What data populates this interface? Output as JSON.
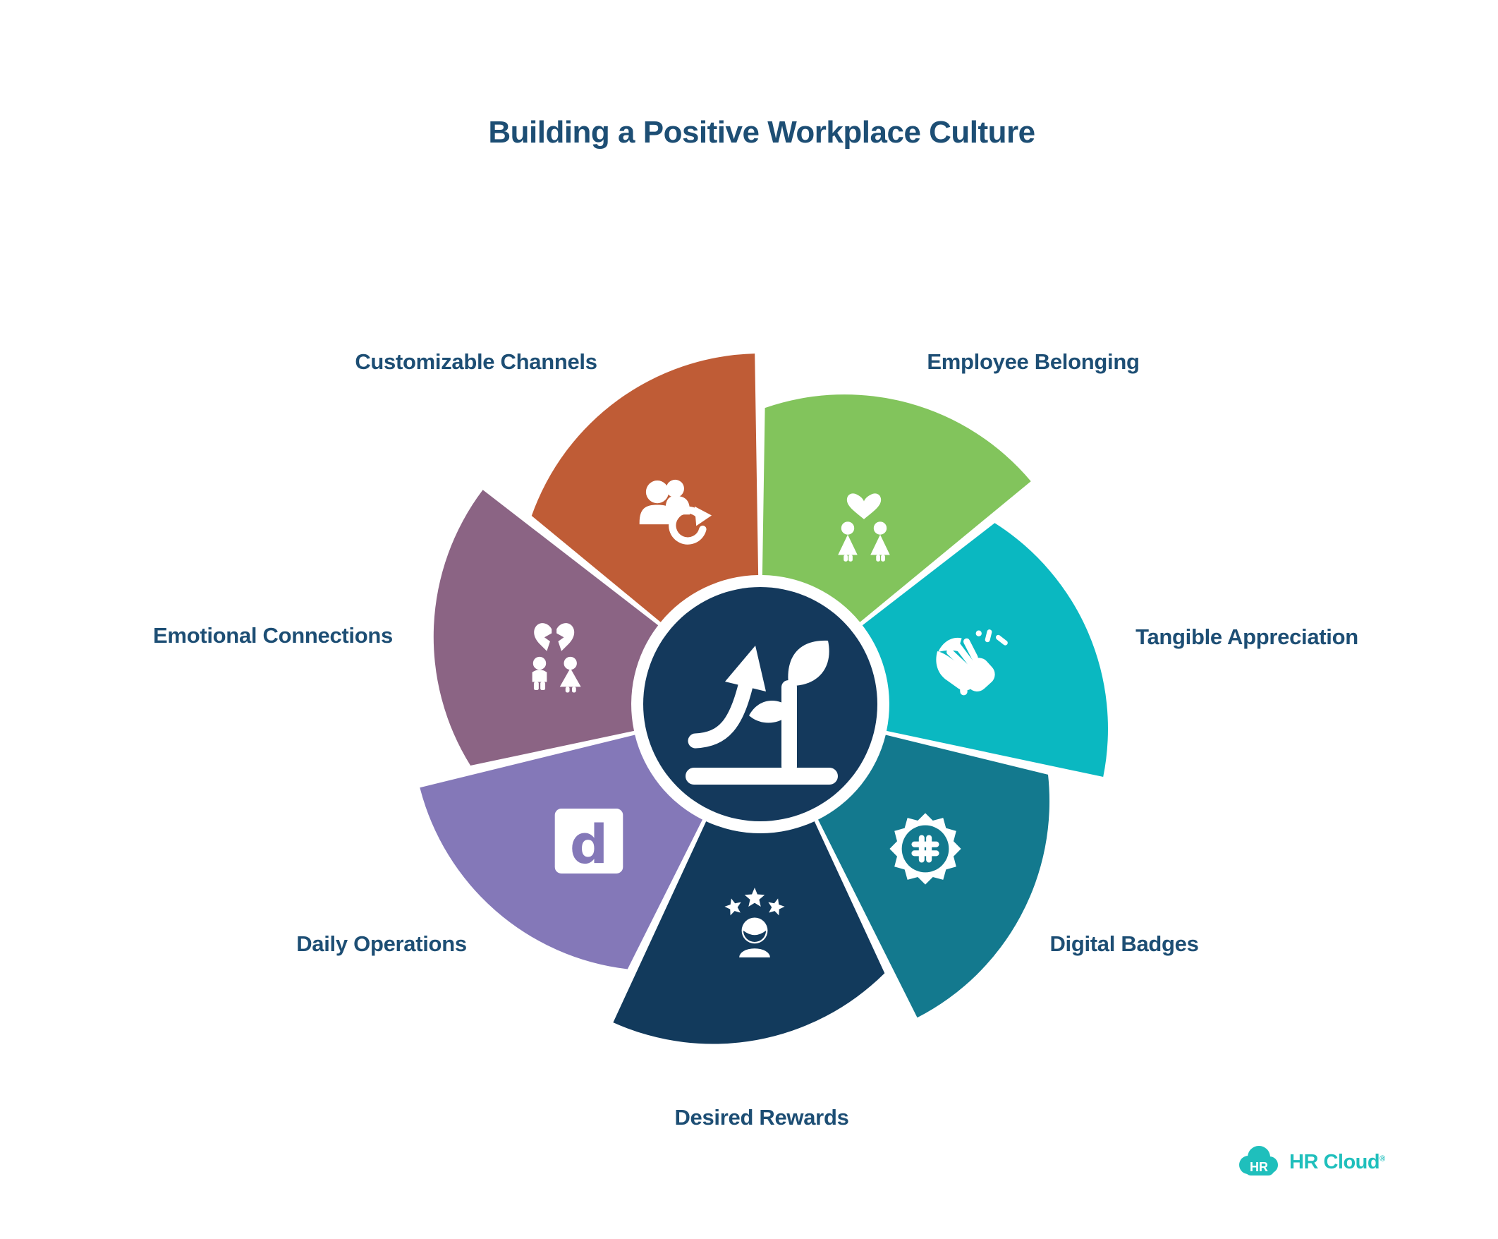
{
  "title": "Building a Positive Workplace Culture",
  "center": {
    "icon": "growth-plant",
    "color": "#14395c"
  },
  "segments": [
    {
      "label": "Employee Belonging",
      "color": "#82c45c",
      "icon": "people-heart"
    },
    {
      "label": "Tangible Appreciation",
      "color": "#0ab8c1",
      "icon": "clapping-hands"
    },
    {
      "label": "Digital Badges",
      "color": "#13798e",
      "icon": "badge-hashtag"
    },
    {
      "label": "Desired Rewards",
      "color": "#123a5c",
      "icon": "person-stars"
    },
    {
      "label": "Daily Operations",
      "color": "#8478b8",
      "icon": "d-logo"
    },
    {
      "label": "Emotional Connections",
      "color": "#8b6484",
      "icon": "broken-heart-people"
    },
    {
      "label": "Customizable Channels",
      "color": "#bf5c36",
      "icon": "users-refresh"
    }
  ],
  "logo": {
    "badge_text": "HR",
    "brand": "HR Cloud",
    "reg": "®",
    "color": "#1fbfbc"
  },
  "text_color": "#1d4e74"
}
